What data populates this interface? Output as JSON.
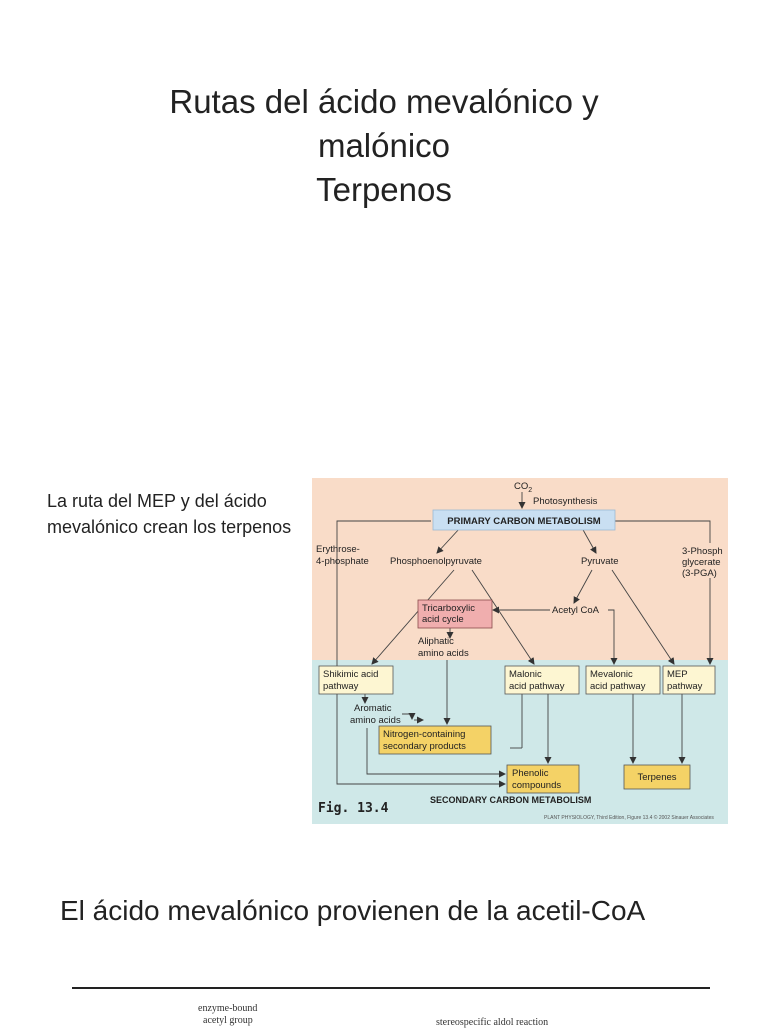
{
  "slide1": {
    "title_lines": [
      "Rutas del ácido mevalónico y",
      "malónico",
      "Terpenos"
    ],
    "side_text": "La ruta del MEP y del ácido mevalónico crean los terpenos"
  },
  "figure": {
    "co2": "CO",
    "co2_sub": "2",
    "photosynthesis": "Photosynthesis",
    "primary": "PRIMARY CARBON METABOLISM",
    "erythrose_1": "Erythrose-",
    "erythrose_2": "4-phosphate",
    "pep": "Phosphoenolpyruvate",
    "pyruvate": "Pyruvate",
    "pga_1": "3-Phosph",
    "pga_2": "glycerate",
    "pga_3": "(3-PGA)",
    "tca_1": "Tricarboxylic",
    "tca_2": "acid cycle",
    "acetyl": "Acetyl CoA",
    "aliphatic_1": "Aliphatic",
    "aliphatic_2": "amino acids",
    "shikimic_1": "Shikimic acid",
    "shikimic_2": "pathway",
    "malonic_1": "Malonic",
    "malonic_2": "acid pathway",
    "mevalonic_1": "Mevalonic",
    "mevalonic_2": "acid pathway",
    "mep_1": "MEP",
    "mep_2": "pathway",
    "aromatic_1": "Aromatic",
    "aromatic_2": "amino acids",
    "nitrogen_1": "Nitrogen-containing",
    "nitrogen_2": "secondary products",
    "phenolic_1": "Phenolic",
    "phenolic_2": "compounds",
    "terpenes": "Terpenes",
    "fig": "Fig. 13.4",
    "secondary": "SECONDARY CARBON METABOLISM",
    "credit": "PLANT PHYSIOLOGY, Third Edition, Figure 13.4  © 2002 Sinauer Associates"
  },
  "slide2": {
    "title": "El ácido mevalónico provienen de la acetil-CoA",
    "tiny_1": "enzyme-bound",
    "tiny_2": "acetyl group",
    "tiny_3": "stereospecific aldol reaction"
  }
}
